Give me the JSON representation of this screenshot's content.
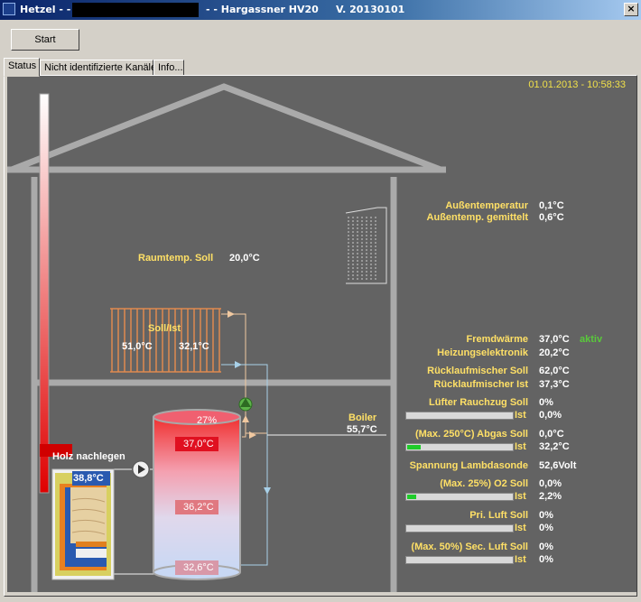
{
  "window": {
    "title_left": "Hetzel  - -",
    "title_mid": "- -  Hargassner HV20",
    "title_version": "V. 20130101",
    "close_glyph": "×"
  },
  "toolbar": {
    "start_label": "Start"
  },
  "tabs": [
    {
      "label": "Status",
      "active": true
    },
    {
      "label": "Nicht identifizierte Kanäle",
      "active": false
    },
    {
      "label": "Info...",
      "active": false
    }
  ],
  "status": {
    "datetime": "01.01.2013 - 10:58:33",
    "raumtemp": {
      "label": "Raumtemp. Soll",
      "value": "20,0°C"
    },
    "radiator": {
      "label": "Soll/Ist",
      "soll": "51,0°C",
      "ist": "32,1°C"
    },
    "boiler": {
      "label": "Boiler",
      "value": "55,7°C"
    },
    "holz": {
      "label": "Holz nachlegen",
      "value": "38,8°C"
    },
    "tank": {
      "percent": "27%",
      "top": "37,0°C",
      "middle": "36,2°C",
      "bottom": "32,6°C"
    },
    "outdoor": [
      {
        "label": "Außentemperatur",
        "value": "0,1°C"
      },
      {
        "label": "Außentemp. gemittelt",
        "value": "0,6°C"
      }
    ],
    "fremdwaerme": {
      "label": "Fremdwärme",
      "value": "37,0°C",
      "state": "aktiv"
    },
    "readings": [
      {
        "label": "Heizungselektronik",
        "value": "20,2°C"
      },
      {
        "label": "Rücklaufmischer Soll",
        "value": "62,0°C"
      },
      {
        "label": "Rücklaufmischer Ist",
        "value": "37,3°C"
      }
    ],
    "luefter": {
      "label": "Lüfter Rauchzug Soll",
      "soll": "0%",
      "ist_label": "Ist",
      "ist": "0,0%",
      "level": 0
    },
    "abgas": {
      "label": "(Max. 250°C) Abgas Soll",
      "soll": "0,0°C",
      "ist_label": "Ist",
      "ist": "32,2°C",
      "level": 0.13
    },
    "lambda": {
      "label": "Spannung Lambdasonde",
      "value": "52,6Volt"
    },
    "o2": {
      "label": "(Max. 25%) O2 Soll",
      "soll": "0,0%",
      "ist_label": "Ist",
      "ist": "2,2%",
      "level": 0.09
    },
    "pri": {
      "label": "Pri. Luft Soll",
      "soll": "0%",
      "ist_label": "Ist",
      "ist": "0%",
      "level": 0
    },
    "sec": {
      "label": "(Max. 50%) Sec. Luft Soll",
      "soll": "0%",
      "ist_label": "Ist",
      "ist": "0%",
      "level": 0
    },
    "colors": {
      "background": "#636363",
      "label": "#ffe066",
      "value": "#ffffff",
      "active": "#59c93b",
      "bar_fill": "#1fcc2a"
    }
  }
}
